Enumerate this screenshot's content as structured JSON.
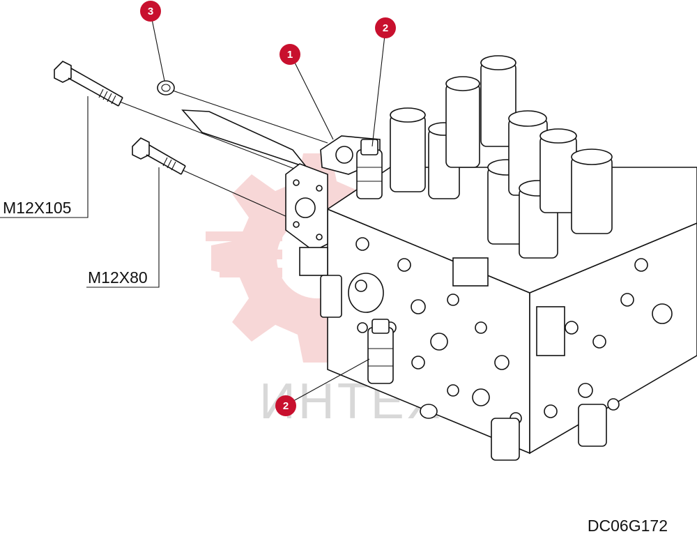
{
  "diagram": {
    "drawing_code": "DC06G172",
    "watermark_text": "ИНТЕХ",
    "bolt_labels": {
      "long": "M12X105",
      "short": "M12X80"
    },
    "callouts": [
      {
        "id": "c1",
        "number": "1"
      },
      {
        "id": "c2a",
        "number": "2"
      },
      {
        "id": "c2b",
        "number": "2"
      },
      {
        "id": "c3",
        "number": "3"
      }
    ],
    "colors": {
      "callout": "#c8102e",
      "watermark": "#f2b8b8",
      "line": "#111111"
    }
  }
}
